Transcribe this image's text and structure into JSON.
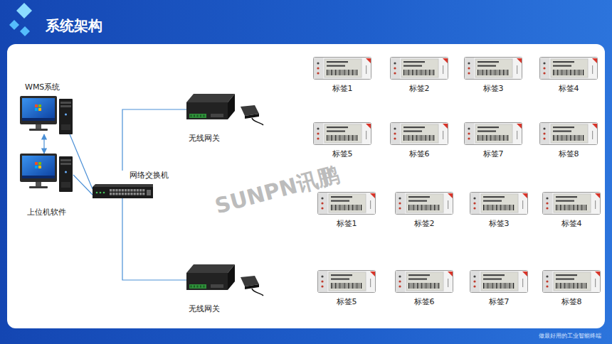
{
  "diagram": {
    "title": "系统架构",
    "nodes": [
      {
        "text": [
          "WMS系统"
        ]
      },
      {
        "text": [
          "上位机软件"
        ]
      },
      {
        "text": [
          "网络交换机"
        ]
      },
      {
        "text": [
          "无线网关"
        ]
      },
      {
        "text": [
          "无线网关"
        ]
      },
      {
        "text": [
          "标签1"
        ]
      },
      {
        "text": [
          "标签2"
        ]
      },
      {
        "text": [
          "标签3"
        ]
      },
      {
        "text": [
          "标签4"
        ]
      },
      {
        "text": [
          "标签5"
        ]
      },
      {
        "text": [
          "标签6"
        ]
      },
      {
        "text": [
          "标签7"
        ]
      },
      {
        "text": [
          "标签8"
        ]
      },
      {
        "text": [
          "标签1"
        ]
      },
      {
        "text": [
          "标签2"
        ]
      },
      {
        "text": [
          "标签3"
        ]
      },
      {
        "text": [
          "标签4"
        ]
      },
      {
        "text": [
          "标签5"
        ]
      },
      {
        "text": [
          "标签6"
        ]
      },
      {
        "text": [
          "标签7"
        ]
      },
      {
        "text": [
          "标签8"
        ]
      }
    ],
    "edges": [
      {
        "from": 0,
        "to": 1,
        "arrow": "both"
      },
      {
        "from": 0,
        "to": 2,
        "arrow": "none"
      },
      {
        "from": 1,
        "to": 2,
        "arrow": "none"
      },
      {
        "from": 2,
        "to": 3,
        "arrow": "none"
      },
      {
        "from": 2,
        "to": 4,
        "arrow": "none"
      }
    ],
    "labels": [
      "SUNPN讯鹏",
      "做最好用的工业智能终端"
    ]
  }
}
